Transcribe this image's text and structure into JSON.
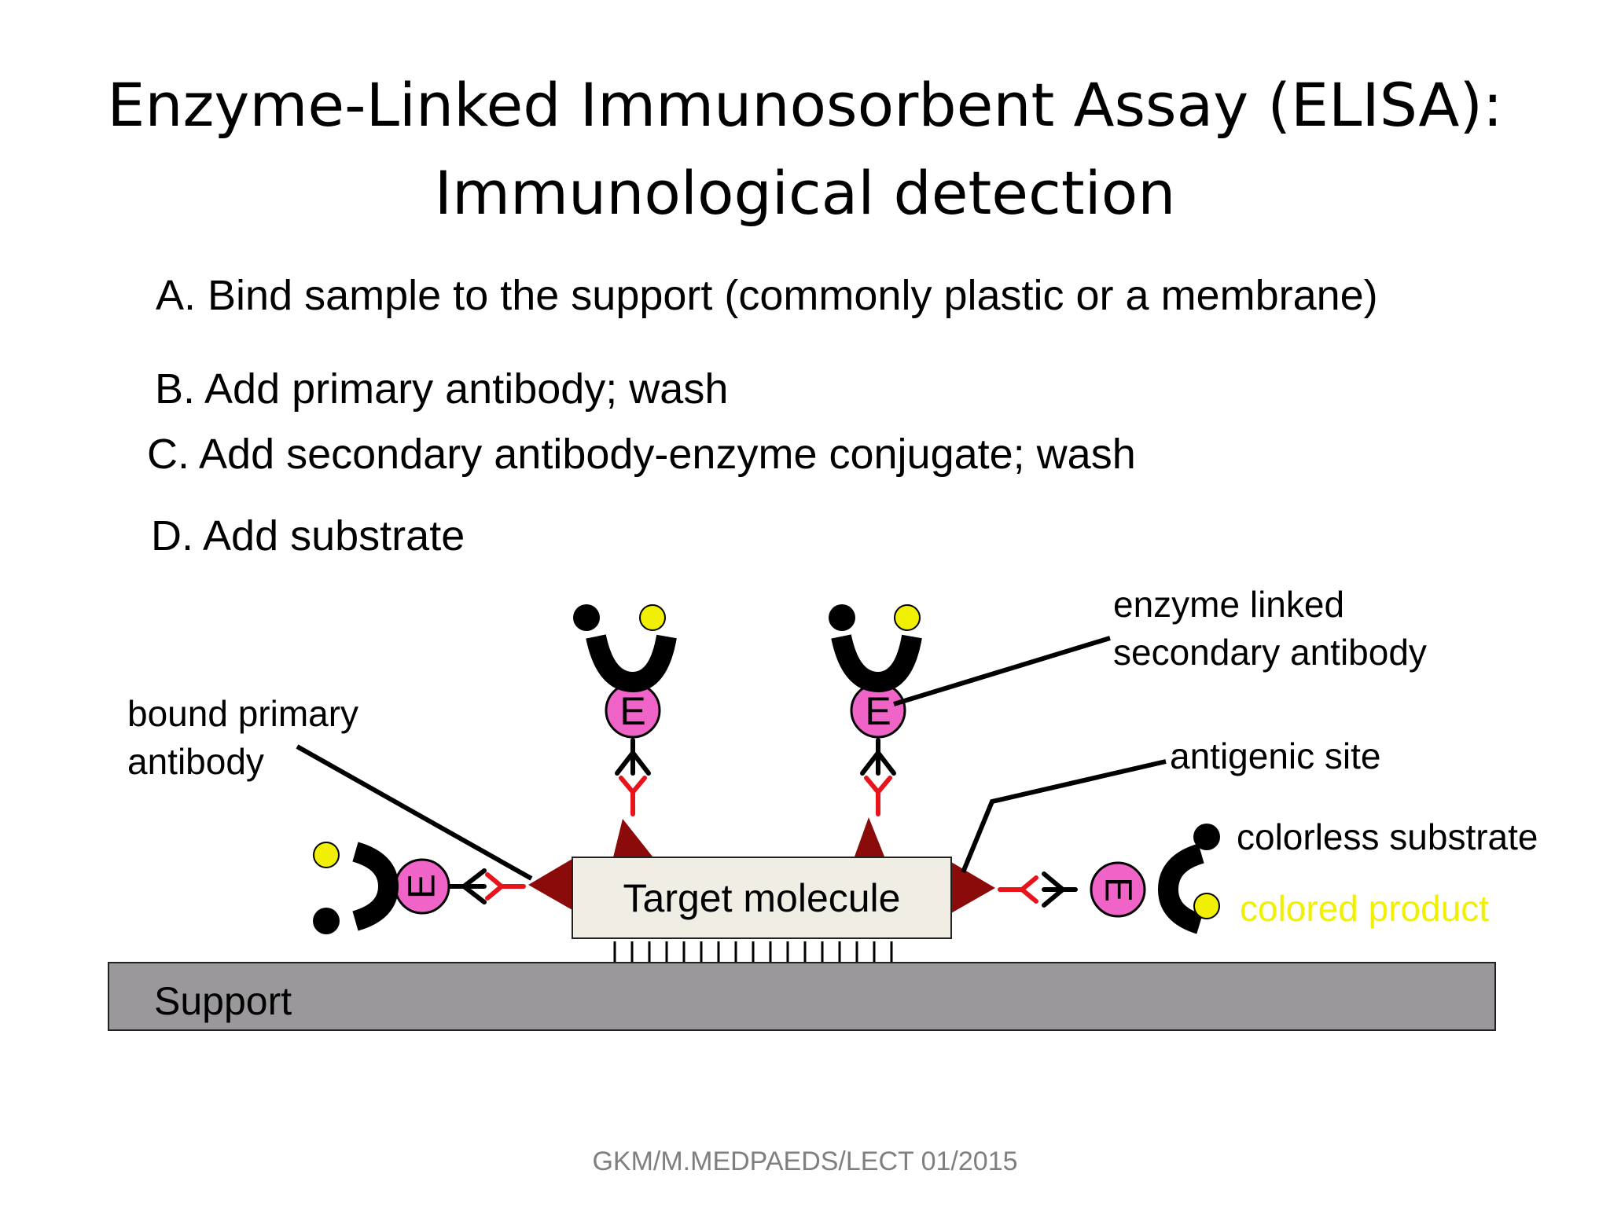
{
  "title": {
    "line1": "Enzyme-Linked Immunosorbent Assay (ELISA):",
    "line2": "Immunological detection"
  },
  "steps": [
    "A. Bind sample to the support (commonly plastic or a membrane)",
    "B. Add primary antibody; wash",
    "C. Add secondary antibody-enzyme conjugate; wash",
    "D. Add substrate"
  ],
  "diagram": {
    "enzyme_letter": "E",
    "target_label": "Target molecule",
    "support_label": "Support",
    "labels": {
      "secondary_line1": "enzyme linked",
      "secondary_line2": "secondary antibody",
      "primary_line1": "bound primary",
      "primary_line2": "antibody",
      "antigenic_site": "antigenic site",
      "colorless_substrate": "colorless substrate",
      "colored_product": "colored product"
    },
    "colors": {
      "enzyme": "#f064c8",
      "primary_antibody": "#e8141c",
      "antigen": "#8b0a0a",
      "substrate": "#000000",
      "product": "#f0f000",
      "support": "#9a989b",
      "target": "#efede4"
    }
  },
  "footer": "GKM/M.MEDPAEDS/LECT 01/2015"
}
